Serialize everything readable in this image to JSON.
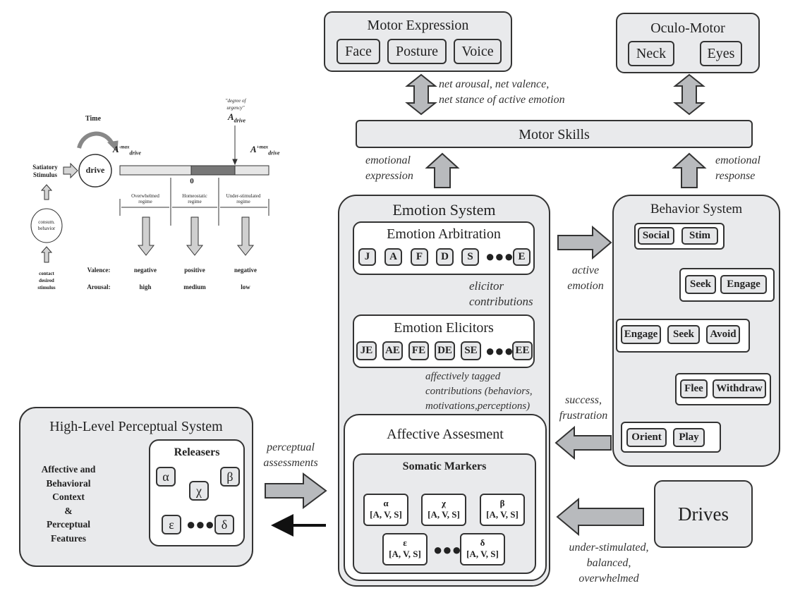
{
  "motor_expression": {
    "title": "Motor Expression",
    "items": [
      "Face",
      "Posture",
      "Voice"
    ]
  },
  "oculo_motor": {
    "title": "Oculo-Motor",
    "items": [
      "Neck",
      "Eyes"
    ]
  },
  "motor_skills": {
    "title": "Motor Skills"
  },
  "labels": {
    "net_arousal_1": "net arousal, net valence,",
    "net_arousal_2": "net stance of active emotion",
    "emotional_expression_1": "emotional",
    "emotional_expression_2": "expression",
    "emotional_response_1": "emotional",
    "emotional_response_2": "response",
    "active_emotion_1": "active",
    "active_emotion_2": "emotion",
    "elicitor_1": "elicitor",
    "elicitor_2": "contributions",
    "affectively_1": "affectively tagged",
    "affectively_2": "contributions (behaviors,",
    "affectively_3": "motivations,perceptions)",
    "success_1": "success,",
    "success_2": "frustration",
    "perceptual_1": "perceptual",
    "perceptual_2": "assessments",
    "under_1": "under-stimulated,",
    "under_2": "balanced,",
    "under_3": "overwhelmed"
  },
  "emotion_system": {
    "title": "Emotion System",
    "arbitration": {
      "title": "Emotion Arbitration",
      "items": [
        "J",
        "A",
        "F",
        "D",
        "S",
        "E"
      ]
    },
    "elicitors": {
      "title": "Emotion Elicitors",
      "items": [
        "JE",
        "AE",
        "FE",
        "DE",
        "SE",
        "EE"
      ]
    }
  },
  "affective_assessment": {
    "title": "Affective Assesment",
    "somatic": {
      "title": "Somatic Markers",
      "markers": [
        {
          "sym": "α",
          "val": "[A, V, S]"
        },
        {
          "sym": "χ",
          "val": "[A, V, S]"
        },
        {
          "sym": "β",
          "val": "[A, V, S]"
        },
        {
          "sym": "ε",
          "val": "[A, V, S]"
        },
        {
          "sym": "δ",
          "val": "[A, V, S]"
        }
      ]
    }
  },
  "behavior_system": {
    "title": "Behavior System",
    "groups": {
      "g1": [
        "Social",
        "Stim"
      ],
      "g2": [
        "Seek",
        "Engage"
      ],
      "g3": [
        "Engage",
        "Seek",
        "Avoid"
      ],
      "g4": [
        "Flee",
        "Withdraw"
      ],
      "g5": [
        "Orient",
        "Play"
      ]
    }
  },
  "drives": {
    "title": "Drives"
  },
  "perceptual_system": {
    "title": "High-Level Perceptual System",
    "context": [
      "Affective and",
      "Behavioral",
      "Context",
      "&",
      "Perceptual",
      "Features"
    ],
    "releasers": {
      "title": "Releasers",
      "symbols": [
        "α",
        "β",
        "χ",
        "ε",
        "δ"
      ]
    }
  },
  "drive_inset": {
    "time": "Time",
    "drive": "drive",
    "satiatory_1": "Satiatory",
    "satiatory_2": "Stimulus",
    "consum_1": "consum.",
    "consum_2": "behavior",
    "contact_1": "contact",
    "contact_2": "desired",
    "contact_3": "stimulus",
    "urgency_1": "\"degree of",
    "urgency_2": "urgency\"",
    "a_drive": "A",
    "a_drive_sub": "drive",
    "min_sup": "-max",
    "max_sup": "+max",
    "zero": "0",
    "regimes": [
      {
        "name_1": "Overwhelmed",
        "name_2": "regime",
        "valence": "negative",
        "arousal": "high"
      },
      {
        "name_1": "Homeostatic",
        "name_2": "regime",
        "valence": "positive",
        "arousal": "medium"
      },
      {
        "name_1": "Under-stimulated",
        "name_2": "regime",
        "valence": "negative",
        "arousal": "low"
      }
    ],
    "valence_label": "Valence:",
    "arousal_label": "Arousal:"
  }
}
